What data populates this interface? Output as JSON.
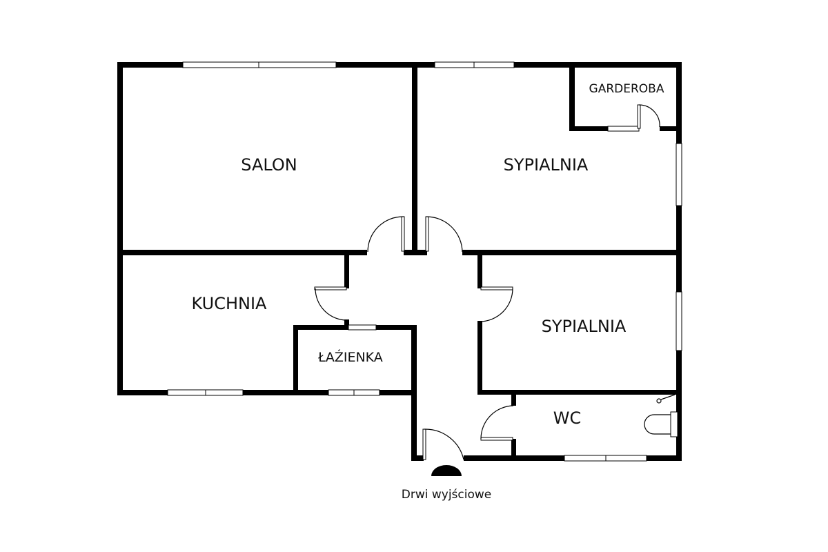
{
  "rooms": {
    "salon": "SALON",
    "sypialnia_1": "SYPIALNIA",
    "garderoba": "GARDEROBA",
    "kuchnia": "KUCHNIA",
    "lazienka": "ŁAŹIENKA",
    "sypialnia_2": "SYPIALNIA",
    "wc": "WC"
  },
  "entrance_label": "Drwi wyjściowe",
  "colors": {
    "wall": "#000000",
    "background": "#ffffff"
  }
}
